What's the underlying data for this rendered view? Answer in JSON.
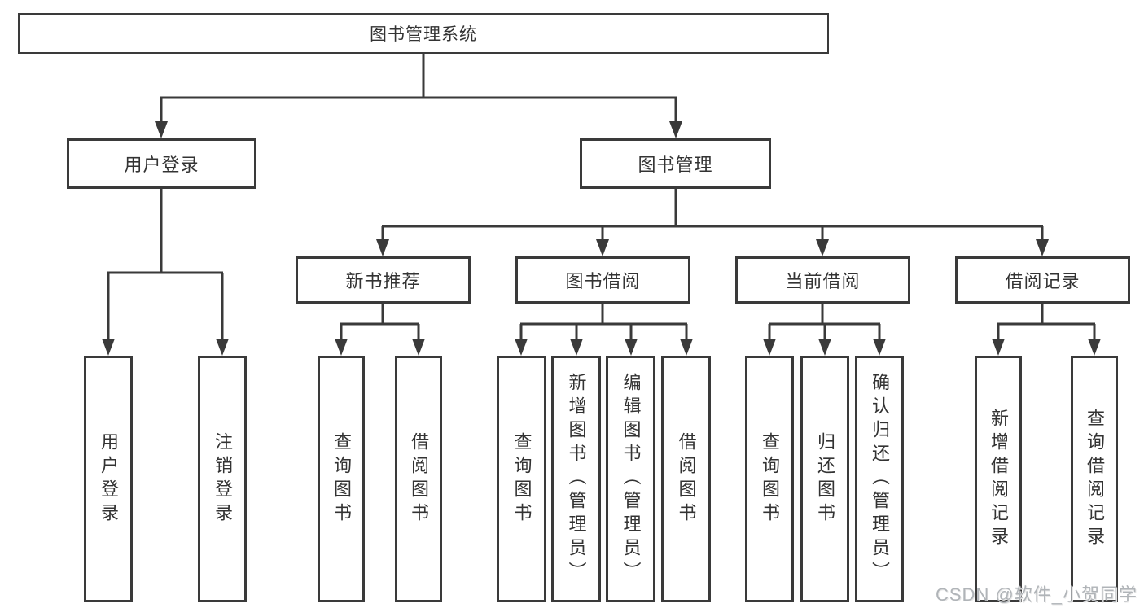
{
  "diagram_title": "图书管理系统",
  "tree": {
    "root": "图书管理系统",
    "login": {
      "label": "用户登录",
      "children": [
        "用户登录",
        "注销登录"
      ]
    },
    "manage": {
      "label": "图书管理"
    },
    "sections": [
      {
        "label": "新书推荐",
        "children": [
          "查询图书",
          "借阅图书"
        ]
      },
      {
        "label": "图书借阅",
        "children": [
          "查询图书",
          "新增图书（管理员）",
          "编辑图书（管理员）",
          "借阅图书"
        ]
      },
      {
        "label": "当前借阅",
        "children": [
          "查询图书",
          "归还图书",
          "确认归还（管理员）"
        ]
      },
      {
        "label": "借阅记录",
        "children": [
          "新增借阅记录",
          "查询借阅记录"
        ]
      }
    ]
  },
  "watermark": "CSDN @软件_小贺同学",
  "colors": {
    "line": "#3a3a3a",
    "text": "#333333",
    "background": "#ffffff",
    "watermark": "#b0b4b8"
  }
}
